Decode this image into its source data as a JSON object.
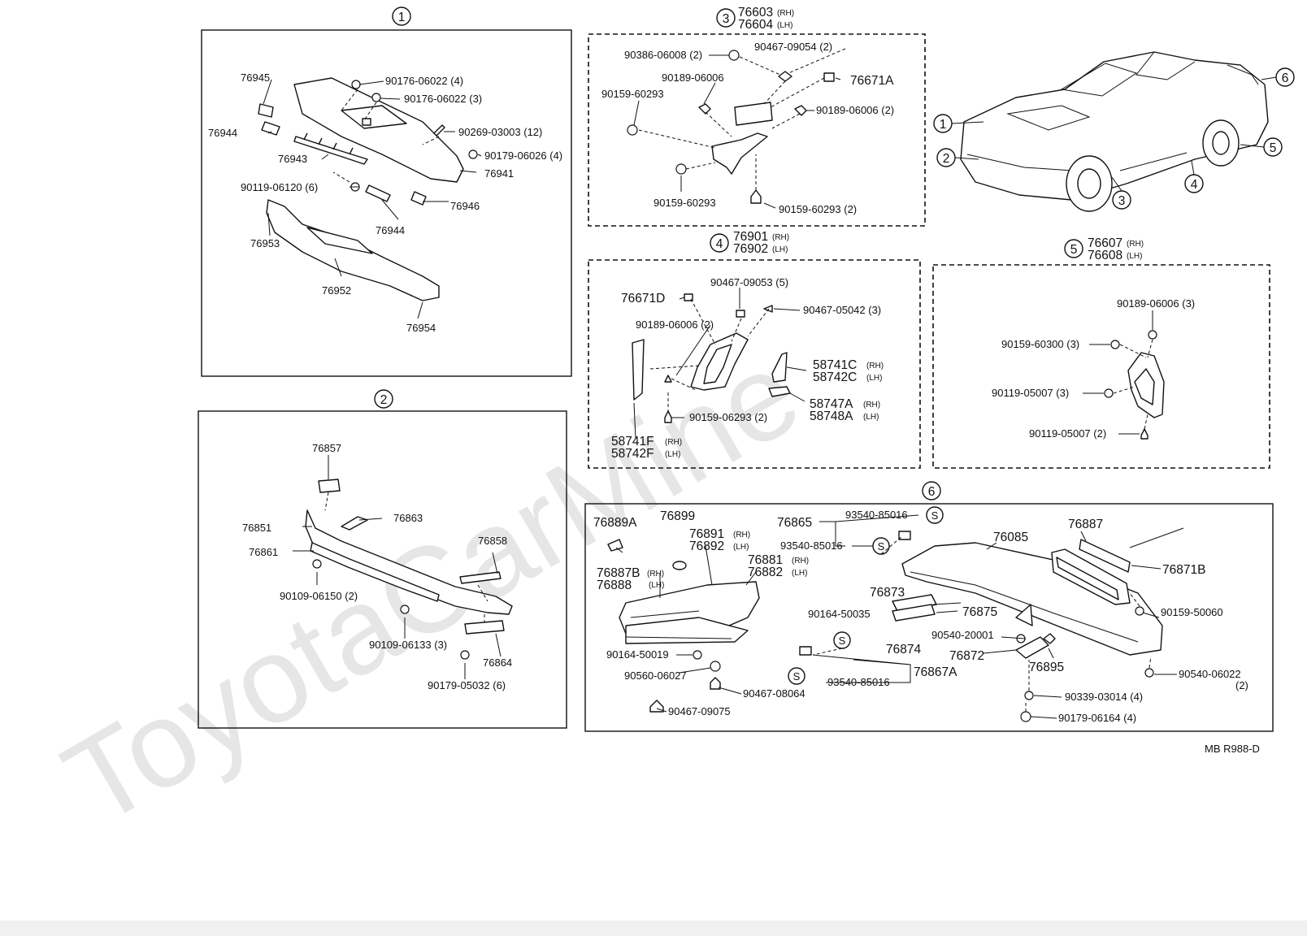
{
  "watermark": "ToyotaCarMine",
  "figure_code": "MB R988-D",
  "sections": [
    {
      "num": "1"
    },
    {
      "num": "2"
    },
    {
      "num": "3",
      "codes": [
        "76603",
        "76604"
      ],
      "tags": [
        "(RH)",
        "(LH)"
      ]
    },
    {
      "num": "4",
      "codes": [
        "76901",
        "76902"
      ],
      "tags": [
        "(RH)",
        "(LH)"
      ]
    },
    {
      "num": "5",
      "codes": [
        "76607",
        "76608"
      ],
      "tags": [
        "(RH)",
        "(LH)"
      ]
    },
    {
      "num": "6"
    }
  ],
  "overview_callouts": [
    "1",
    "2",
    "3",
    "4",
    "5",
    "6"
  ],
  "labels": {
    "s1": [
      "76945",
      "90176-06022 (4)",
      "90176-06022 (3)",
      "76944",
      "90269-03003 (12)",
      "76943",
      "90179-06026 (4)",
      "76941",
      "90119-06120 (6)",
      "76946",
      "76944",
      "76953",
      "76952",
      "76954"
    ],
    "s2": [
      "76857",
      "76851",
      "76863",
      "76861",
      "76858",
      "90109-06150 (2)",
      "90109-06133 (3)",
      "76864",
      "90179-05032 (6)"
    ],
    "s3": [
      "90467-09054 (2)",
      "90386-06008 (2)",
      "76671A",
      "90189-06006",
      "90159-60293",
      "90189-06006 (2)",
      "90159-60293",
      "90159-60293 (2)"
    ],
    "s4": [
      "90467-09053 (5)",
      "76671D",
      "90467-05042 (3)",
      "90189-06006 (2)",
      "58741C",
      "58742C",
      "(RH)",
      "(LH)",
      "58747A",
      "58748A",
      "(RH)",
      "(LH)",
      "90159-06293 (2)",
      "58741F",
      "58742F",
      "(RH)",
      "(LH)"
    ],
    "s5": [
      "90189-06006 (3)",
      "90159-60300 (3)",
      "90119-05007 (3)",
      "90119-05007 (2)"
    ],
    "s6": [
      "76889A",
      "76899",
      "76891",
      "76892",
      "(RH)",
      "(LH)",
      "76865",
      "93540-85016",
      "93540-85016",
      "76085",
      "76887",
      "76871B",
      "76887B",
      "(RH)",
      "76888",
      "(LH)",
      "76881",
      "76882",
      "(RH)",
      "(LH)",
      "76873",
      "76875",
      "90159-50060",
      "90164-50035",
      "90540-20001",
      "76874",
      "76872",
      "76895",
      "90164-50019",
      "76867A",
      "90540-06022",
      "(2)",
      "90560-06027",
      "93540-85016",
      "90467-08064",
      "90339-03014 (4)",
      "90467-09075",
      "90179-06164 (4)"
    ],
    "s6_marks": [
      "S",
      "S",
      "S",
      "S"
    ]
  }
}
